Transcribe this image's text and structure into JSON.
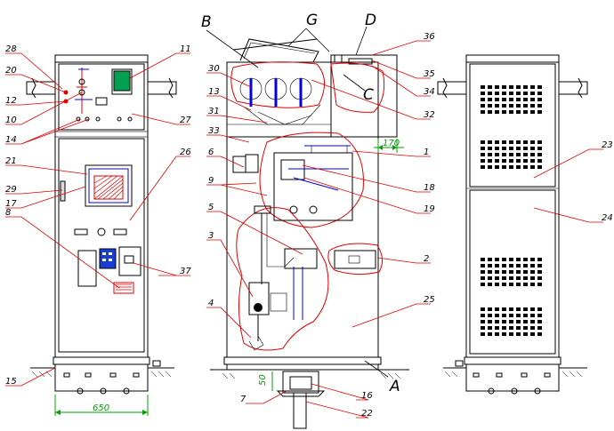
{
  "callouts": {
    "n1": "1",
    "n2": "2",
    "n3": "3",
    "n4": "4",
    "n5": "5",
    "n6": "6",
    "n7": "7",
    "n8": "8",
    "n9": "9",
    "n10": "10",
    "n11": "11",
    "n12": "12",
    "n13": "13",
    "n14": "14",
    "n15": "15",
    "n16": "16",
    "n17": "17",
    "n18": "18",
    "n19": "19",
    "n20": "20",
    "n21": "21",
    "n22": "22",
    "n23": "23",
    "n24": "24",
    "n25": "25",
    "n26": "26",
    "n27": "27",
    "n28": "28",
    "n29": "29",
    "n30": "30",
    "n31": "31",
    "n32": "32",
    "n33": "33",
    "n34": "34",
    "n35": "35",
    "n36": "36",
    "n37": "37"
  },
  "compartments": {
    "A": "A",
    "B": "B",
    "C": "C",
    "D": "D",
    "G": "G"
  },
  "dimensions": {
    "width": "650",
    "offset": "170",
    "floor_depth": "50"
  },
  "colors": {
    "leader": "#e00000",
    "dimension": "#00a000",
    "device": "#0000e0",
    "outline": "#000000"
  }
}
